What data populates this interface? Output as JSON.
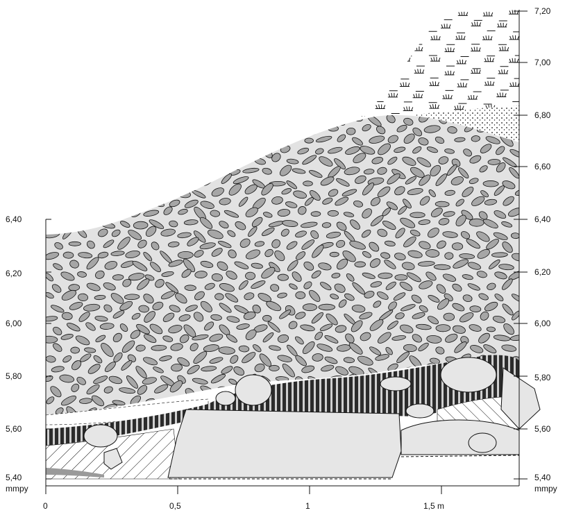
{
  "left_axis": {
    "ticks": [
      "6,40",
      "6,20",
      "6,00",
      "5,80",
      "5,60",
      "5,40"
    ],
    "unit": "mmpy"
  },
  "right_axis": {
    "ticks": [
      "7,20",
      "7,00",
      "6,80",
      "6,60",
      "6,40",
      "6,20",
      "6,00",
      "5,80",
      "5,60",
      "5,40"
    ],
    "unit": "mmpy"
  },
  "bottom_axis": {
    "ticks": [
      "0",
      "0,5",
      "1",
      "1,5 m"
    ]
  },
  "colors": {
    "gravel_fill": "#e2e2e2",
    "pebble_fill": "#a6a6a6",
    "dark_band": "#2b2b2b",
    "stone_fill": "#e6e6e6",
    "line": "#111111"
  }
}
